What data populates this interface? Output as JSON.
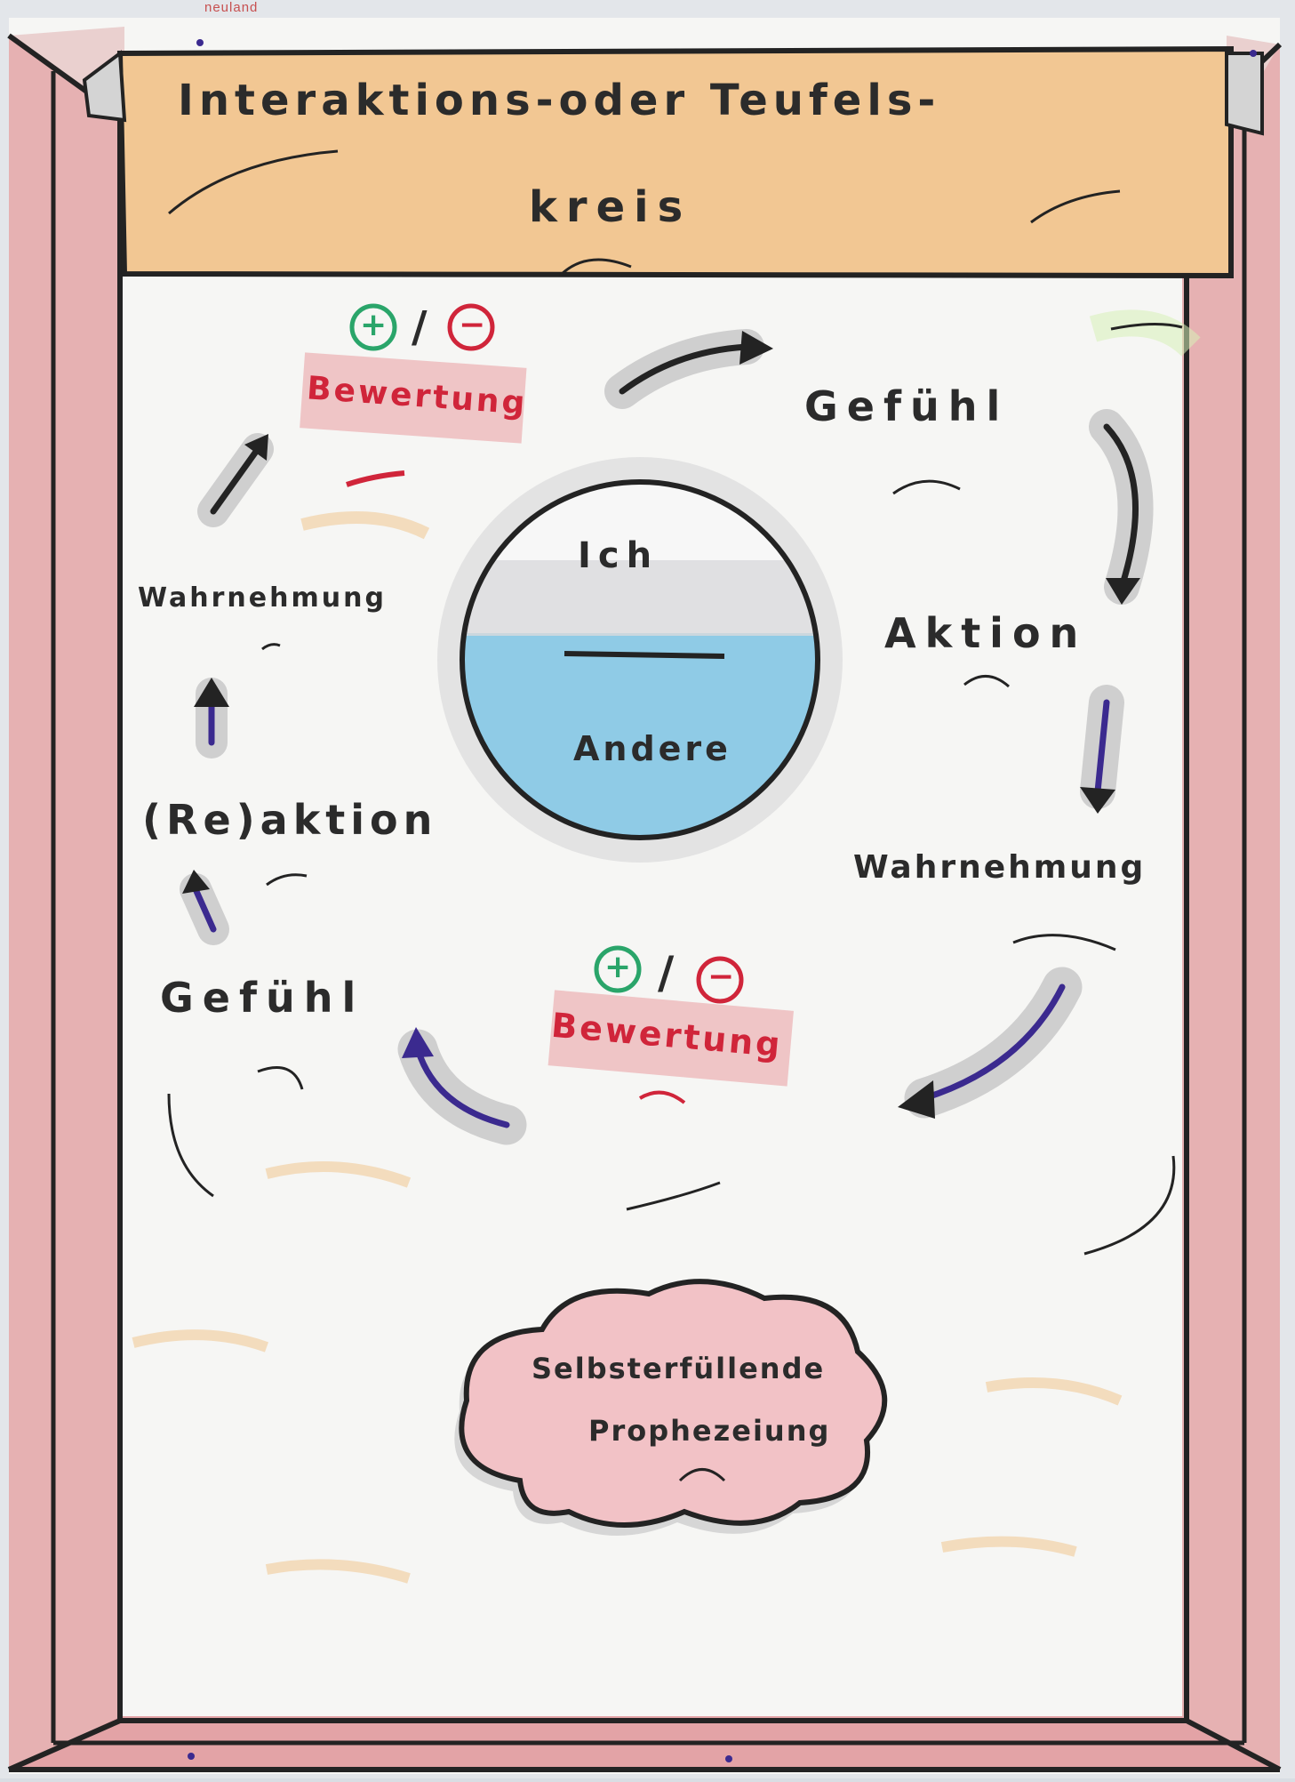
{
  "brand": "neuland",
  "title": {
    "line1": "Interaktions-oder Teufels-",
    "line2": "kreis"
  },
  "circle": {
    "top_label": "Ich",
    "bottom_label": "Andere"
  },
  "cycle": {
    "upper_rating_symbols": {
      "plus": "+",
      "slash": "/",
      "minus": "−"
    },
    "upper_rating": "Bewertung",
    "right_feeling": "Gefühl",
    "right_action": "Aktion",
    "right_perception": "Wahrnehmung",
    "lower_rating_symbols": {
      "plus": "+",
      "slash": "/",
      "minus": "−"
    },
    "lower_rating": "Bewertung",
    "left_feeling": "Gefühl",
    "left_reaction": "(Re)aktion",
    "left_perception": "Wahrnehmung"
  },
  "cloud": {
    "line1": "Selbsterfüllende",
    "line2": "Prophezeiung"
  },
  "colors": {
    "paper": "#f6f6f4",
    "frame_red": "#e4a7a8",
    "title_orange": "#f2c793",
    "ink_black": "#2b2b2b",
    "ink_blue": "#3b2a8f",
    "ink_red": "#d0253a",
    "ink_green": "#2aa56a",
    "water_blue": "#8fcbe6"
  }
}
